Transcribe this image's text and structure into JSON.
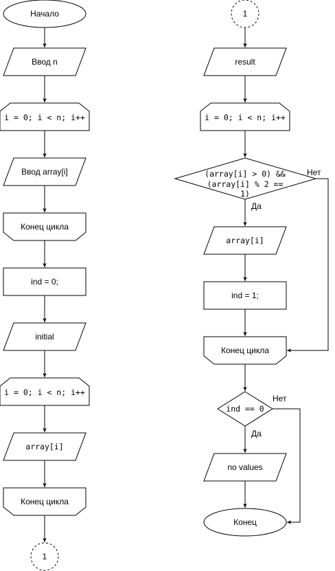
{
  "flowchart": {
    "left": {
      "start": "Начало",
      "input_n": "Ввод n",
      "loop1": "i = 0; i < n; i++",
      "input_array": "Ввод array[i]",
      "loop1_end": "Конец цикла",
      "ind_init": "ind = 0;",
      "initial": "initial",
      "loop2": "i = 0; i < n; i++",
      "output_array": "array[i]",
      "loop2_end": "Конец цикла",
      "connector_out": "1"
    },
    "right": {
      "connector_in": "1",
      "result": "result",
      "loop3": "i = 0; i < n; i++",
      "condition_line1": "(array[i] > 0) &&",
      "condition_line2": "(array[i] % 2 ==",
      "condition_line3": "1)",
      "condition_yes": "Да",
      "condition_no": "Нет",
      "output_array": "array[i]",
      "ind_set": "ind = 1;",
      "loop3_end": "Конец цикла",
      "check": "ind == 0",
      "check_yes": "Да",
      "check_no": "Нет",
      "no_values": "no values",
      "end": "Конец"
    }
  }
}
